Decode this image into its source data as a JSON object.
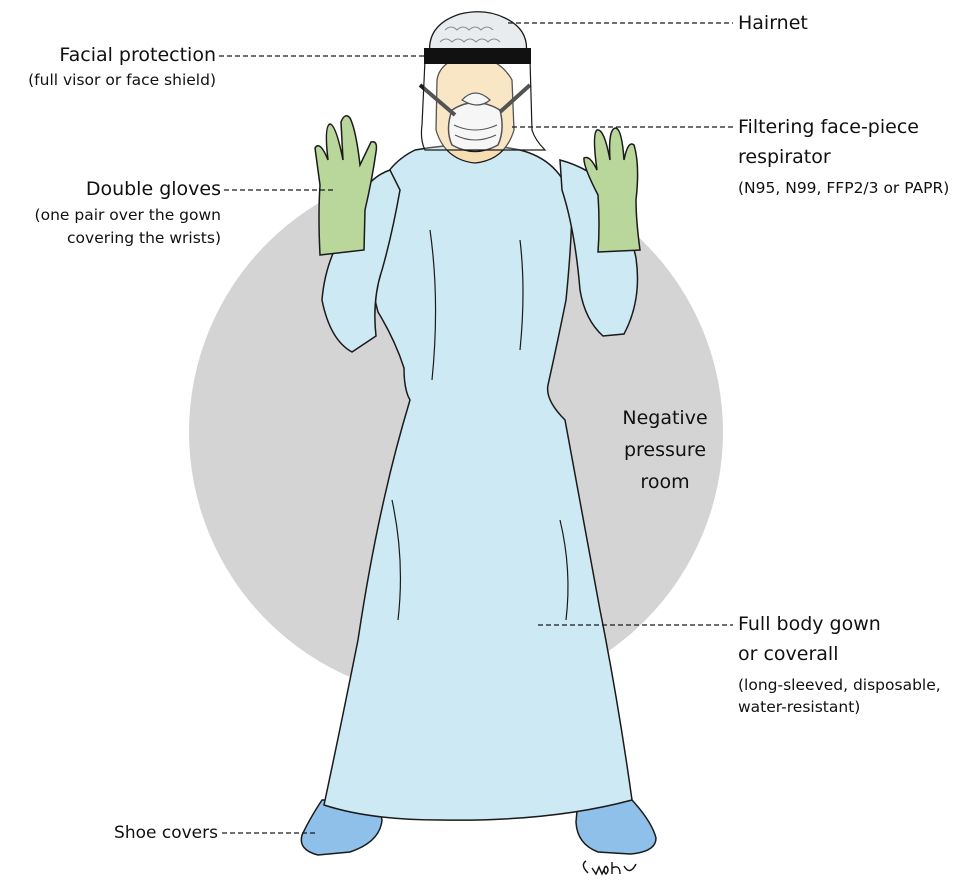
{
  "labels": {
    "hairnet": "Hairnet",
    "facial_protection": "Facial protection",
    "facial_protection_note": "(full visor or face shield)",
    "double_gloves": "Double gloves",
    "double_gloves_note_1": "(one pair over the gown",
    "double_gloves_note_2": "covering the wrists)",
    "respirator_1": "Filtering face-piece",
    "respirator_2": "respirator",
    "respirator_note": "(N95, N99, FFP2/3 or PAPR)",
    "room_1": "Negative",
    "room_2": "pressure",
    "room_3": "room",
    "gown_1": "Full body gown",
    "gown_2": "or coverall",
    "gown_note_1": "(long-sleeved,  disposable,",
    "gown_note_2": "water-resistant)",
    "shoe_covers": "Shoe covers"
  },
  "colors": {
    "room_circle": "#d4d4d4",
    "gown": "#cde9f3",
    "gloves": "#b9d69b",
    "skin": "#f7deb2",
    "hairnet": "#e8ecef",
    "shoe_covers": "#8fc0ea",
    "visor_band": "#111111",
    "outline": "#1a1a1a"
  }
}
